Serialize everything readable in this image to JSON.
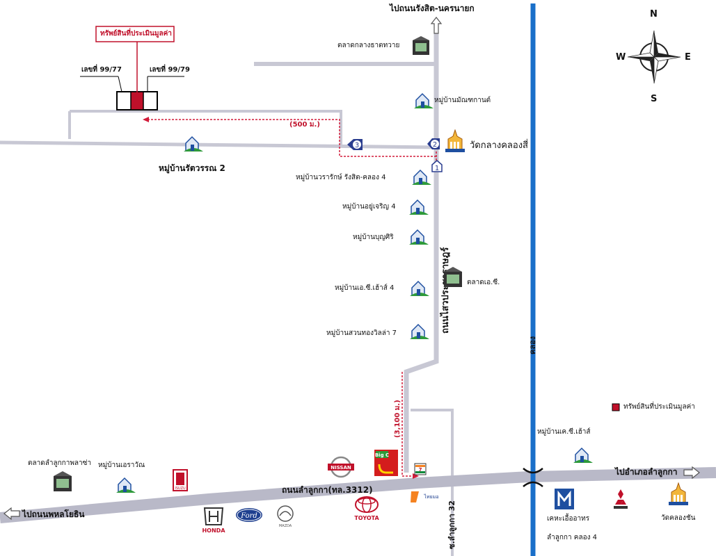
{
  "title": "ทรัพย์สินที่ประเมินมูลค่า",
  "plots": {
    "left": "เลขที่ 99/77",
    "right": "เลขที่ 99/79"
  },
  "directions": {
    "north": "ไปถนนรังสิต-นครนายก",
    "east": "ไปอำเภอลำลูกกา",
    "west": "ไปถนนพหลโยธิน"
  },
  "compass": {
    "n": "N",
    "s": "S",
    "e": "E",
    "w": "W"
  },
  "distances": {
    "west_branch": "(500 ม.)",
    "south_road": "(3,100 ม.)"
  },
  "markers": [
    "1",
    "2",
    "3"
  ],
  "roads": {
    "main_ns": "ถนนไสวประชาราษฎร์",
    "main_ew": "ถนนลำลูกกา(ทล.3312)",
    "soi": "ซ.ลำลูกกา 32",
    "canal": "คลอง"
  },
  "places": {
    "market_north": "ตลาดกลางธาตทวาย",
    "village_1": "หมู่บ้านมัณฑกานต์",
    "temple_1": "วัดกลางคลองสี่",
    "village_west": "หมู่บ้านรัตวรรณ 2",
    "village_2": "หมู่บ้านวรารักษ์ รังสิต-คลอง 4",
    "village_3": "หมู่บ้านอยู่เจริญ 4",
    "village_4": "หมู่บ้านบุญศิริ",
    "village_5": "หมู่บ้านเอ.ซี.เฮ้าส์ 4",
    "market_ac": "ตลาดเอ.ซี.",
    "village_6": "หมู่บ้านสวนทองวิลล่า 7",
    "market_sw": "ตลาดลำลูกกาพลาซ่า",
    "village_sw": "หมู่บ้านเอราวัณ",
    "village_se": "หมู่บ้านเค.ซี.เฮ้าส์",
    "school": "เคหะเอื้ออาทร",
    "school_sub": "ลำลูกกา คลอง 4",
    "temple_2": "วัดคลองชัน"
  },
  "brands": {
    "honda": "HONDA",
    "toyota": "TOYOTA",
    "nissan": "NISSAN",
    "bigc": "Big C",
    "mazda": "MAZDA",
    "ford": "Ford",
    "isuzu": "ISUZU",
    "seven": "7",
    "thaishin": "ไทยมอ"
  },
  "legend": {
    "label": "ทรัพย์สินที่ประเมินมูลค่า"
  },
  "colors": {
    "road": "#c8c8d4",
    "canal": "#1a6fc9",
    "route": "#d21b3a",
    "village": "#2e9a3a",
    "marker": "#2a3d8f"
  },
  "icons": {
    "compass": "compass-rose-icon",
    "village": "house-village-icon",
    "market": "market-building-icon",
    "temple": "thai-temple-icon",
    "marker": "route-marker-icon"
  }
}
